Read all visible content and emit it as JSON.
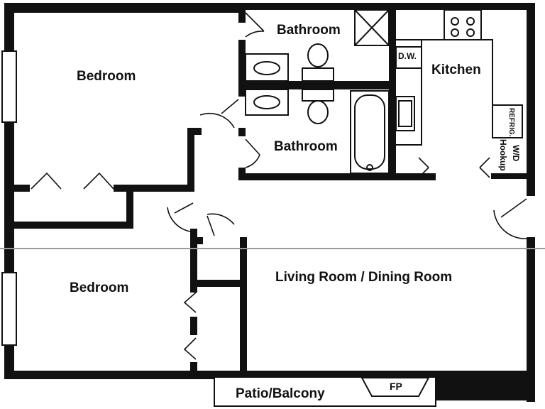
{
  "plan": {
    "rooms": {
      "bedroom_top": "Bedroom",
      "bedroom_bottom": "Bedroom",
      "bathroom_top": "Bathroom",
      "bathroom_bottom": "Bathroom",
      "kitchen": "Kitchen",
      "living_dining": "Living Room / Dining Room",
      "patio": "Patio/Balcony"
    },
    "fixtures": {
      "dishwasher": "D.W.",
      "refrigerator": "REFRIG.",
      "washer_dryer_line1": "W/D",
      "washer_dryer_line2": "Hookup",
      "fireplace": "FP"
    }
  }
}
